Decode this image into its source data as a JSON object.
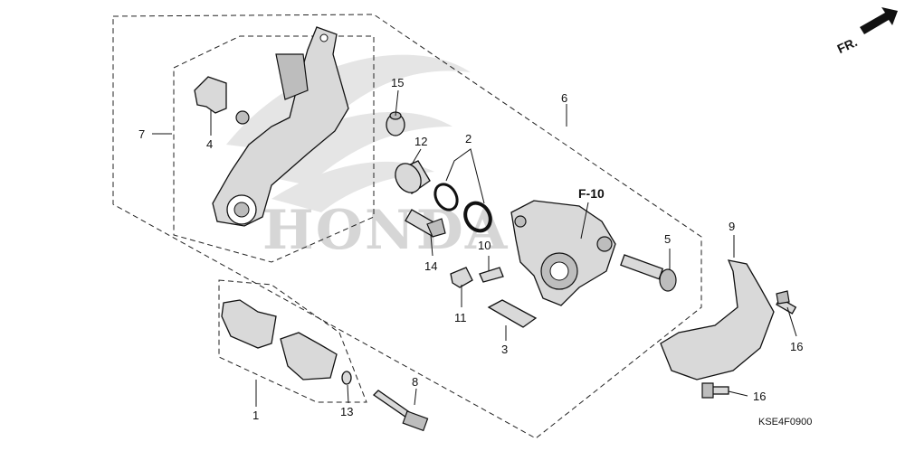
{
  "diagram": {
    "frame_reference": "F-10",
    "front_marker": "FR.",
    "diagram_code": "KSE4F0900",
    "watermark": "HONDA",
    "callouts": [
      {
        "id": "c1",
        "label": "1"
      },
      {
        "id": "c2",
        "label": "2"
      },
      {
        "id": "c3",
        "label": "3"
      },
      {
        "id": "c4",
        "label": "4"
      },
      {
        "id": "c5",
        "label": "5"
      },
      {
        "id": "c6",
        "label": "6"
      },
      {
        "id": "c7",
        "label": "7"
      },
      {
        "id": "c8",
        "label": "8"
      },
      {
        "id": "c9",
        "label": "9"
      },
      {
        "id": "c10",
        "label": "10"
      },
      {
        "id": "c11",
        "label": "11"
      },
      {
        "id": "c12",
        "label": "12"
      },
      {
        "id": "c13",
        "label": "13"
      },
      {
        "id": "c14",
        "label": "14"
      },
      {
        "id": "c15",
        "label": "15"
      },
      {
        "id": "c16a",
        "label": "16"
      },
      {
        "id": "c16b",
        "label": "16"
      }
    ]
  }
}
